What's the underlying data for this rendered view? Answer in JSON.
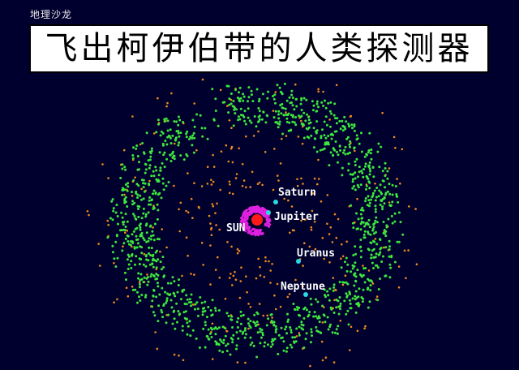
{
  "watermark": "地理沙龙",
  "title": "飞出柯伊伯带的人类探测器",
  "colors": {
    "background": "#00002e",
    "kuiper_objects": "#3ee63e",
    "scattered_objects": "#f08a1e",
    "sun": "#ff1a1a",
    "trojans": "#e020e0",
    "planets": "#27d9e0",
    "title_box": "#ffffff"
  },
  "labels": {
    "sun": "SUN",
    "jupiter": "Jupiter",
    "saturn": "Saturn",
    "uranus": "Uranus",
    "neptune": "Neptune"
  }
}
